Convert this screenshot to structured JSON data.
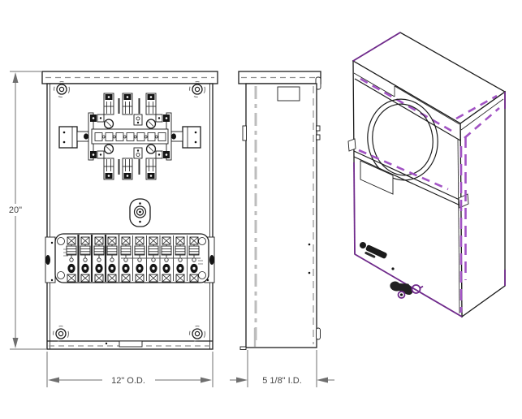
{
  "drawing": {
    "dimensions": {
      "height": "20\"",
      "width": "12\" O.D.",
      "depth": "5 1/8\" I.D."
    },
    "colors": {
      "line": "#1c1c1c",
      "dimension_line": "#6f6f6f",
      "dimension_text": "#454545",
      "hidden_line_gray": "#bdbdbd",
      "accent_purple": "#702a8c",
      "accent_purple_light": "#a253c4"
    }
  }
}
